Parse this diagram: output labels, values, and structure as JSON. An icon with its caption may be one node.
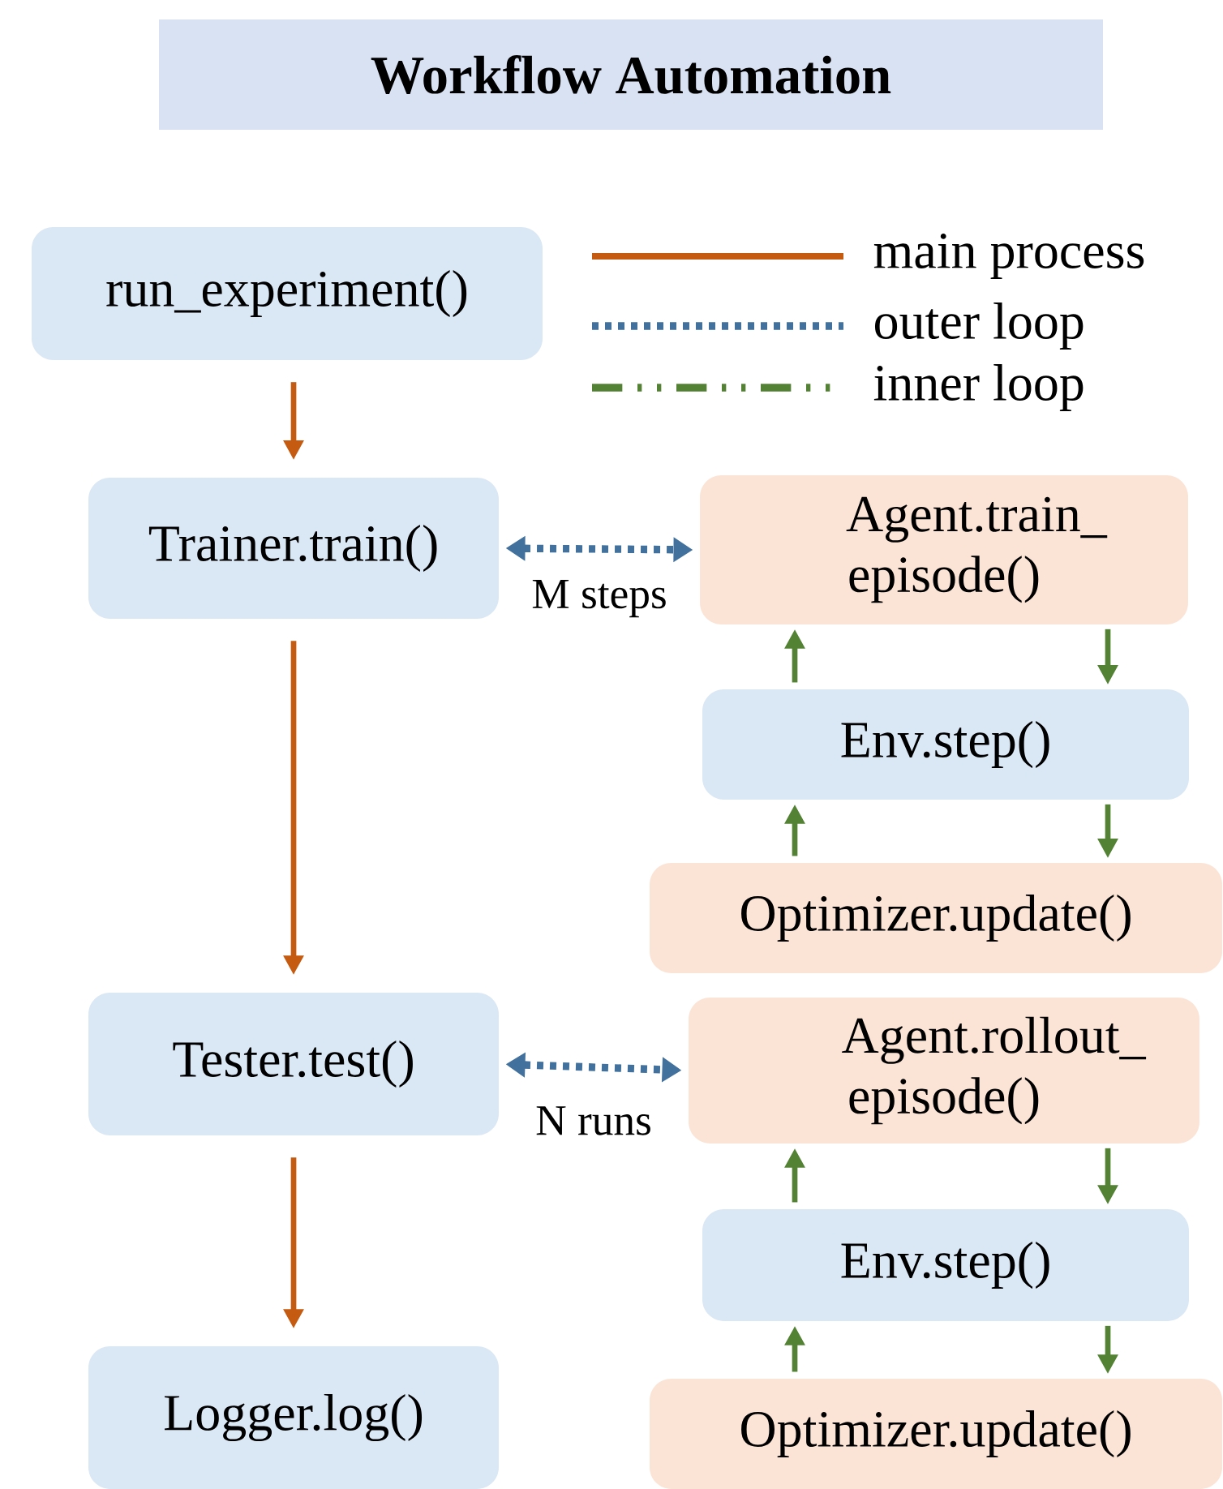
{
  "diagram": {
    "title": "Workflow Automation",
    "nodes": [
      {
        "text": [
          "run_experiment()"
        ]
      },
      {
        "text": [
          "Trainer.train()"
        ]
      },
      {
        "text": [
          "Agent.train_ episode()"
        ]
      },
      {
        "text": [
          "Env.step()"
        ]
      },
      {
        "text": [
          "Optimizer.update()"
        ]
      },
      {
        "text": [
          "Tester.test()"
        ]
      },
      {
        "text": [
          "Agent.rollout_ episode()"
        ]
      },
      {
        "text": [
          "Env.step()"
        ]
      },
      {
        "text": [
          "Optimizer.update()"
        ]
      },
      {
        "text": [
          "Logger.log()"
        ]
      }
    ],
    "edges": [
      {
        "from": 0,
        "to": 1,
        "arrow": "to",
        "color": "#c55a11"
      },
      {
        "from": 1,
        "to": 5,
        "arrow": "to",
        "color": "#c55a11"
      },
      {
        "from": 5,
        "to": 9,
        "arrow": "to",
        "color": "#c55a11"
      },
      {
        "from": 1,
        "to": 2,
        "arrow": "both",
        "style": "dashed",
        "color": "#41719c",
        "label": "M steps"
      },
      {
        "from": 5,
        "to": 6,
        "arrow": "both",
        "style": "dashed",
        "color": "#41719c",
        "label": "N runs"
      },
      {
        "from": 3,
        "to": 2,
        "arrow": "to"
      },
      {
        "from": 2,
        "to": 3,
        "arrow": "to"
      },
      {
        "from": 4,
        "to": 3,
        "arrow": "to"
      },
      {
        "from": 3,
        "to": 4,
        "arrow": "to"
      },
      {
        "from": 7,
        "to": 6,
        "arrow": "to"
      },
      {
        "from": 6,
        "to": 7,
        "arrow": "to"
      },
      {
        "from": 8,
        "to": 7,
        "arrow": "to"
      },
      {
        "from": 7,
        "to": 8,
        "arrow": "to"
      }
    ],
    "legend": [
      {
        "text": "main process"
      },
      {
        "text": "outer loop"
      },
      {
        "text": "inner loop"
      }
    ]
  }
}
